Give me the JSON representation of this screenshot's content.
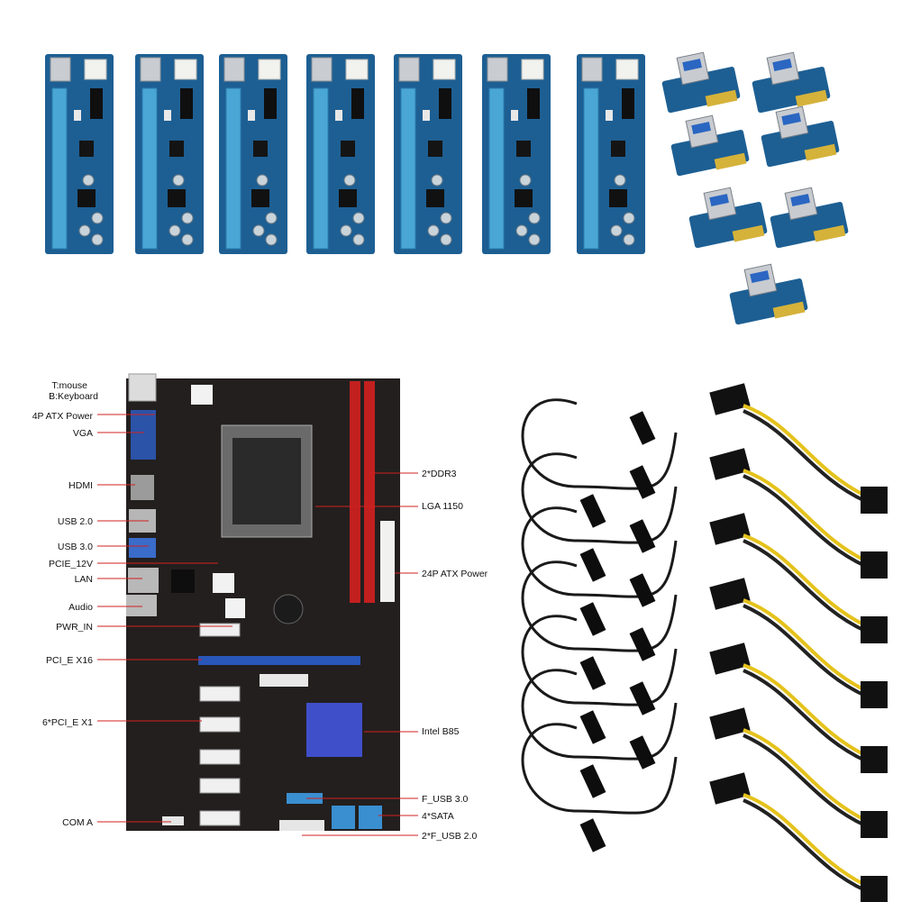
{
  "colors": {
    "riser_pcb": "#1d5f93",
    "riser_slot": "#4aa6d4",
    "board_pcb": "#231f1e",
    "dimm_slot": "#c2201f",
    "pcie_x16": "#2856b9",
    "heatsink": "#3f4fc9",
    "cable": "#1a1a1a",
    "sata_wire_yellow": "#e5c21b"
  },
  "product": {
    "riser_cards": {
      "count": 7
    },
    "usb_adapters": {
      "count": 7
    },
    "usb_cables": {
      "count": 7
    },
    "power_cables": {
      "count": 7
    }
  },
  "callouts": {
    "t_mouse": "T:mouse",
    "b_keyboard": "B:Keyboard",
    "atx_4p": "4P ATX Power",
    "vga": "VGA",
    "hdmi": "HDMI",
    "usb2": "USB 2.0",
    "usb3": "USB 3.0",
    "pcie_12v": "PCIE_12V",
    "lan": "LAN",
    "audio": "Audio",
    "pwr_in": "PWR_IN",
    "pci_e_x16": "PCI_E X16",
    "pci_e_x1": "6*PCI_E X1",
    "com_a": "COM A",
    "ddr3": "2*DDR3",
    "lga1150": "LGA 1150",
    "atx_24p": "24P ATX Power",
    "intel_b85": "Intel B85",
    "f_usb3": "F_USB 3.0",
    "sata4": "4*SATA",
    "f_usb2": "2*F_USB 2.0"
  }
}
